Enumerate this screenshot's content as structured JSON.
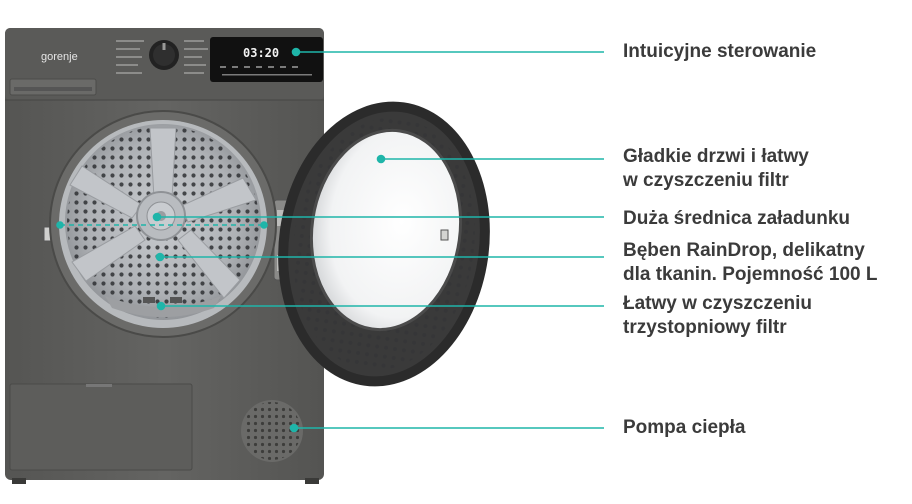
{
  "brand": "gorenje",
  "display_time": "03:20",
  "callouts": [
    {
      "id": "controls",
      "lines": [
        "Intuicyjne sterowanie"
      ]
    },
    {
      "id": "door",
      "lines": [
        "Gładkie drzwi i łatwy",
        "w czyszczeniu filtr"
      ]
    },
    {
      "id": "diameter",
      "lines": [
        "Duża średnica załadunku"
      ]
    },
    {
      "id": "drum",
      "lines": [
        "Bęben RainDrop, delikatny",
        "dla tkanin. Pojemność 100 L"
      ]
    },
    {
      "id": "filter",
      "lines": [
        "Łatwy w czyszczeniu",
        "trzystopniowy filtr"
      ]
    },
    {
      "id": "pump",
      "lines": [
        "Pompa ciepła"
      ]
    }
  ],
  "colors": {
    "accent": "#1fb5a9",
    "body": "#5e5e5c",
    "text": "#3b3b3b"
  }
}
